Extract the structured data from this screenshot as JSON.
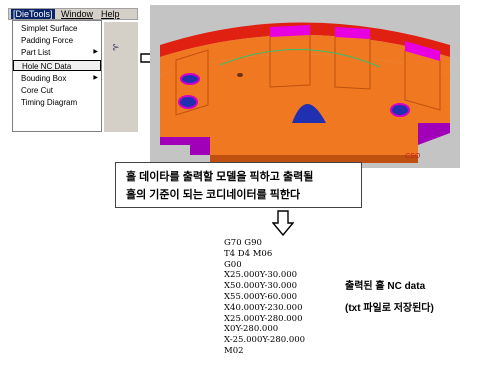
{
  "menubar": {
    "active_menu": "[DieTools]",
    "window_menu": "Window",
    "help_menu": "Help"
  },
  "dropdown_items": [
    {
      "label": "Simplet Surface",
      "submenu": false,
      "selected": false
    },
    {
      "label": "Padding Force",
      "submenu": false,
      "selected": false
    },
    {
      "label": "Part List",
      "submenu": true,
      "selected": false
    },
    {
      "label": "Hole NC Data",
      "submenu": false,
      "selected": true
    },
    {
      "label": "Bouding Box",
      "submenu": true,
      "selected": false
    },
    {
      "label": "Core Cut",
      "submenu": false,
      "selected": false
    },
    {
      "label": "Timing Diagram",
      "submenu": false,
      "selected": false
    }
  ],
  "view": {
    "axis_label": "CSO"
  },
  "caption": {
    "line1": "홀 데이타를 출력할 모델을 픽하고 출력될",
    "line2": "홀의 기준이 되는 코디네이터를 픽한다"
  },
  "nc_code": [
    "G70 G90",
    "T4 D4 M06",
    "G00",
    "X25.000Y-30.000",
    "X50.000Y-30.000",
    "X55.000Y-60.000",
    "X40.000Y-230.000",
    "X25.000Y-280.000",
    "X0Y-280.000",
    "X-25.000Y-280.000",
    "M02"
  ],
  "output_label": {
    "line1": "출력된 홀 NC data",
    "line2": "(txt 파일로 저장된다)"
  },
  "colors": {
    "menu_highlight": "#0a246a",
    "part_orange": "#f07820",
    "part_magenta": "#d000c8",
    "part_red": "#e02010",
    "hole_blue": "#2030b0",
    "background_gray": "#c4c4c4"
  }
}
